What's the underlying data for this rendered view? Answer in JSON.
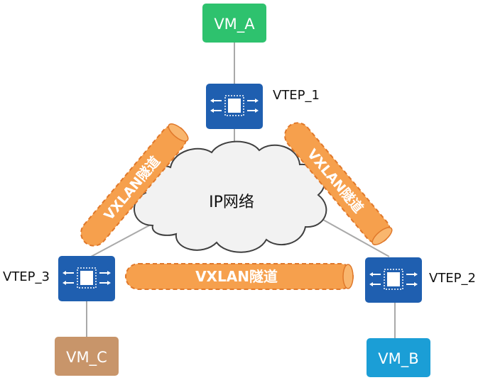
{
  "diagram": {
    "cloud": {
      "label": "IP网络"
    },
    "vms": [
      {
        "id": "vm-a",
        "label": "VM_A",
        "color": "#2ec26e"
      },
      {
        "id": "vm-b",
        "label": "VM_B",
        "color": "#1b9ed6"
      },
      {
        "id": "vm-c",
        "label": "VM_C",
        "color": "#c8956a"
      }
    ],
    "vteps": [
      {
        "id": "vtep-1",
        "label": "VTEP_1"
      },
      {
        "id": "vtep-2",
        "label": "VTEP_2"
      },
      {
        "id": "vtep-3",
        "label": "VTEP_3"
      }
    ],
    "tunnels": [
      {
        "id": "tunnel-1-3",
        "label": "VXLAN隧道"
      },
      {
        "id": "tunnel-1-2",
        "label": "VXLAN隧道"
      },
      {
        "id": "tunnel-3-2",
        "label": "VXLAN隧道"
      }
    ],
    "colors": {
      "switch": "#1f5fb0",
      "switch_glyph": "#ffffff",
      "tunnel_fill": "#f6a04d",
      "tunnel_stroke": "#e0782a",
      "tunnel_text": "#ffffff",
      "link": "#a9a9a9",
      "cloud_fill": "#f2f2f2",
      "cloud_stroke": "#404040"
    }
  }
}
